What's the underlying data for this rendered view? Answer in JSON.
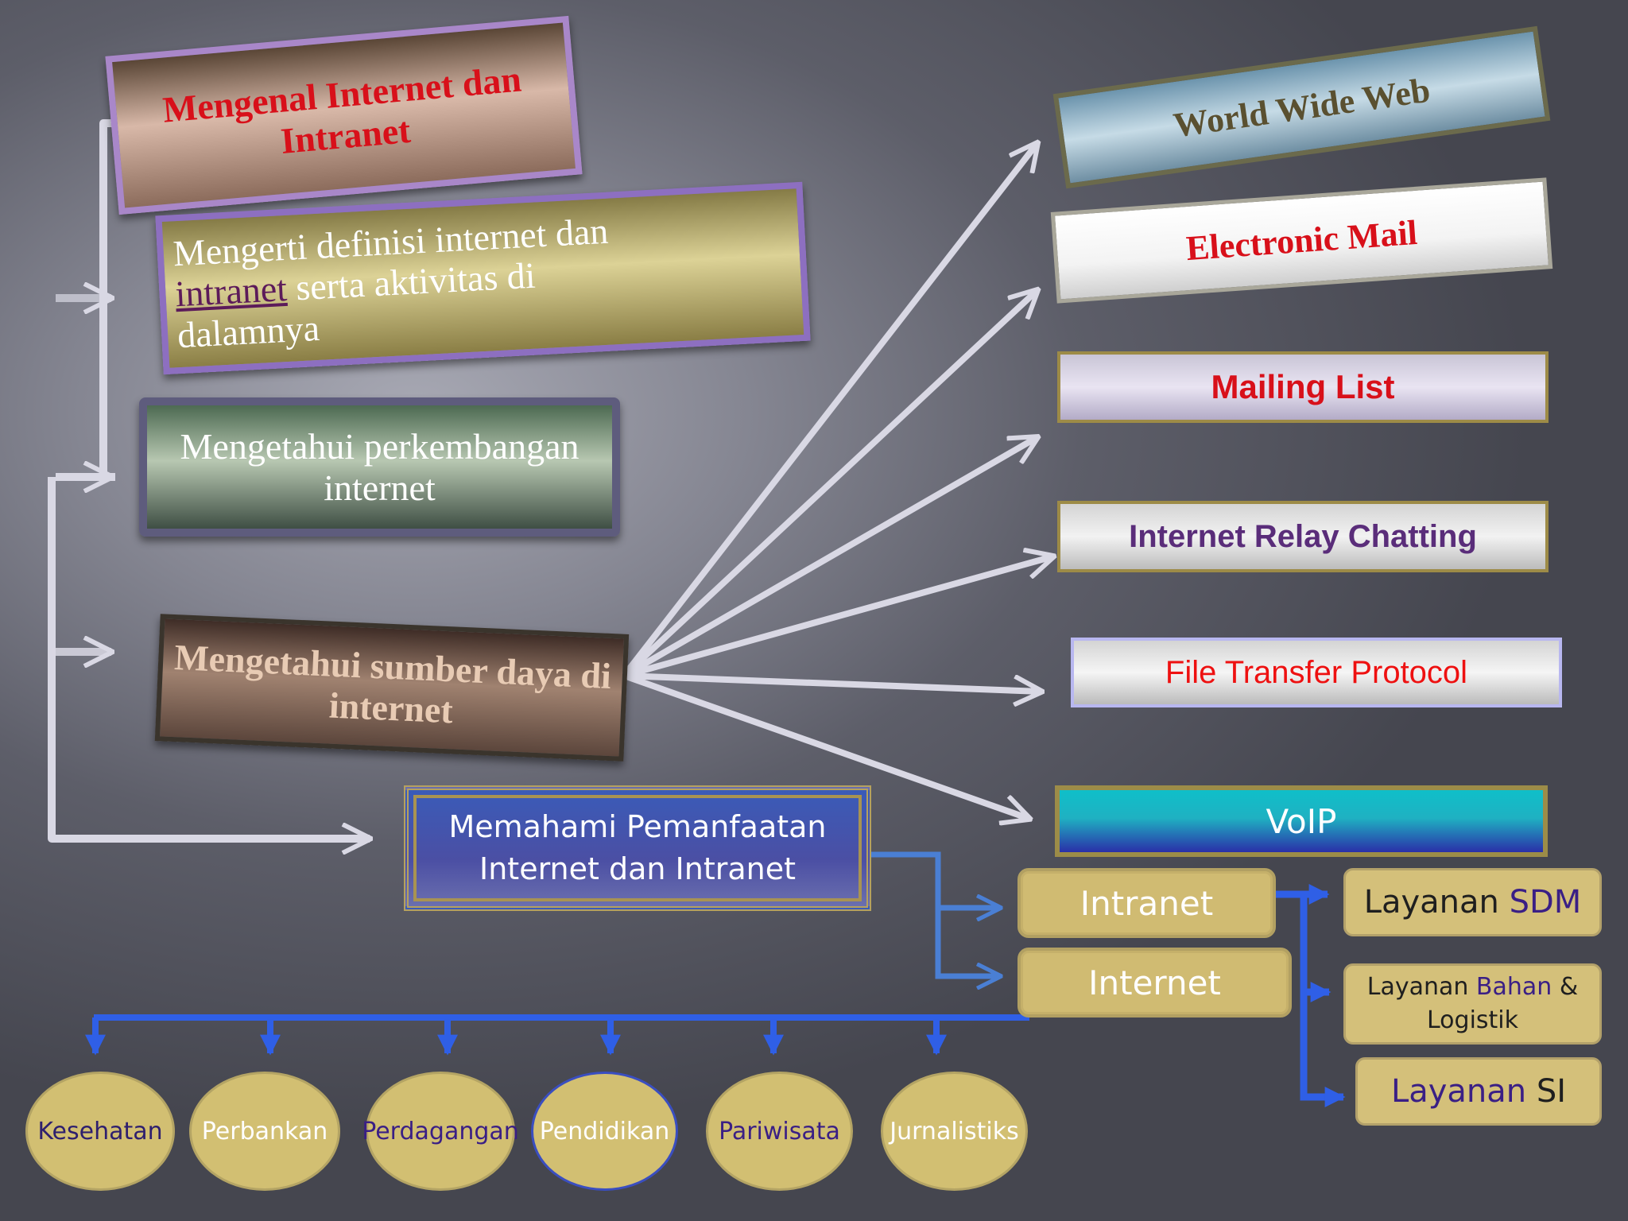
{
  "nodes": {
    "title": "Mengenal Internet dan Intranet",
    "definition": {
      "line1": "Mengerti definisi internet dan",
      "link_word": "intranet",
      "line2_rest": " serta aktivitas di",
      "line3": "dalamnya"
    },
    "development": "Mengetahui perkembangan internet",
    "resources": "Mengetahui sumber daya di internet",
    "main": "Memahami Pemanfaatan Internet  dan Intranet"
  },
  "services": [
    "World Wide Web",
    "Electronic Mail",
    "Mailing List",
    "Internet Relay Chatting",
    "File Transfer Protocol",
    "VoIP"
  ],
  "network_types": {
    "intranet": "Intranet",
    "internet": "Internet"
  },
  "layanan": {
    "sdm": {
      "prefix": "Layanan ",
      "highlight": "SDM"
    },
    "bahan": {
      "prefix": "Layanan ",
      "highlight": "Bahan",
      "suffix": " & Logistik"
    },
    "si": {
      "prefix": "Layanan ",
      "highlight": "SI"
    }
  },
  "sectors": [
    "Kesehatan",
    "Perbankan",
    "Perdagangan",
    "Pendidikan",
    "Pariwisata",
    "Jurnalistiks"
  ],
  "colors": {
    "arrow_light": "#d9d8e4",
    "arrow_blue": "#2f5fe6",
    "arrow_blue_mid": "#4a7fd4",
    "tan": "#d0bb72"
  }
}
